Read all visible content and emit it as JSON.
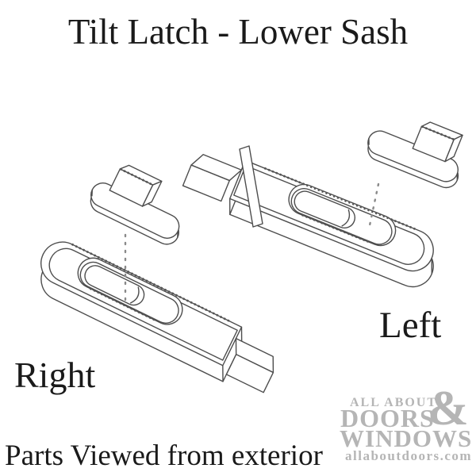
{
  "title": "Tilt Latch - Lower Sash",
  "caption": "Parts Viewed from exterior",
  "figures": {
    "right": {
      "label": "Right"
    },
    "left": {
      "label": "Left"
    }
  },
  "logo": {
    "line1": "ALL ABOUT",
    "line2": "DOORS",
    "ampersand": "&",
    "line3": "WINDOWS",
    "domain": "allaboutdoors.com"
  },
  "colors": {
    "background": "#ffffff",
    "text": "#1a1a1a",
    "line_art": "#4d4d4d",
    "logo_gray": "#b5b5b5"
  }
}
